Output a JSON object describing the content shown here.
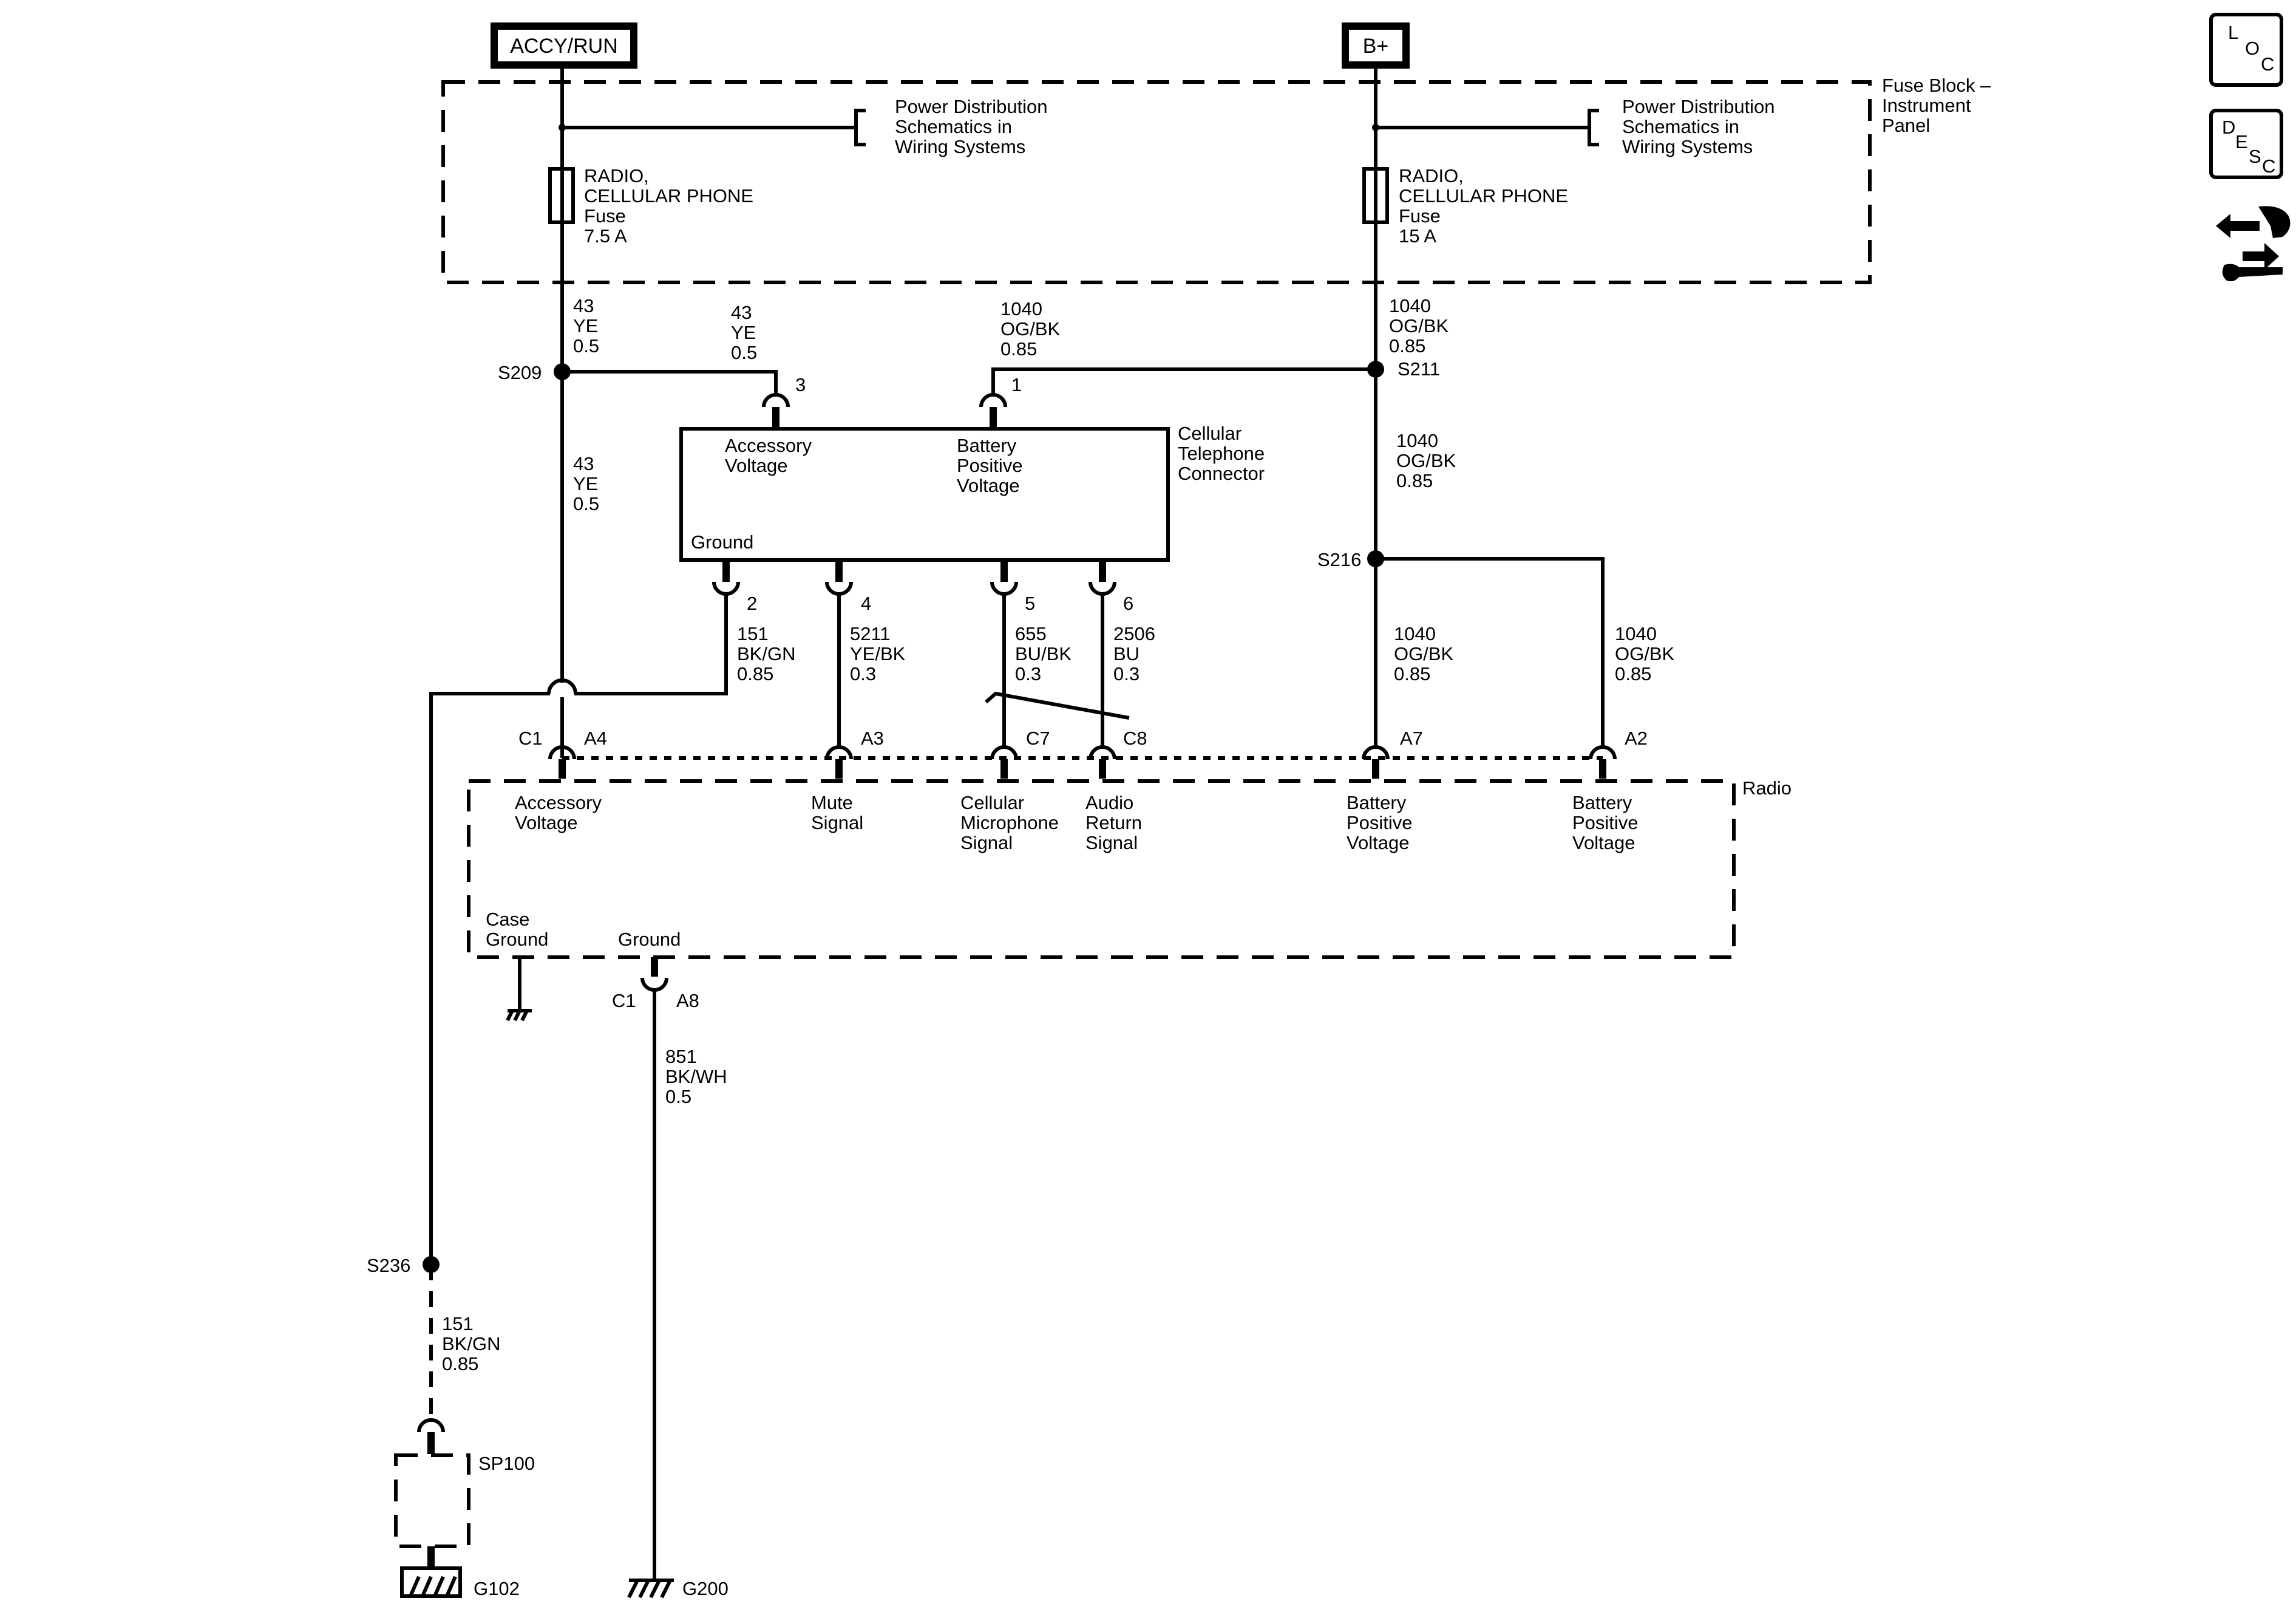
{
  "sources": {
    "accy_run": "ACCY/RUN",
    "b_plus": "B+"
  },
  "fuse_block": {
    "label": [
      "Fuse Block –",
      "Instrument",
      "Panel"
    ],
    "ref_left": [
      "Power Distribution",
      "Schematics in",
      "Wiring Systems"
    ],
    "ref_right": [
      "Power Distribution",
      "Schematics in",
      "Wiring Systems"
    ],
    "fuse_left": [
      "RADIO,",
      "CELLULAR PHONE",
      "Fuse",
      "7.5 A"
    ],
    "fuse_right": [
      "RADIO,",
      "CELLULAR PHONE",
      "Fuse",
      "15 A"
    ]
  },
  "wires": {
    "w43_top": [
      "43",
      "YE",
      "0.5"
    ],
    "w43_branch": [
      "43",
      "YE",
      "0.5"
    ],
    "w43_mid": [
      "43",
      "YE",
      "0.5"
    ],
    "w1040_branch": [
      "1040",
      "OG/BK",
      "0.85"
    ],
    "w1040_top": [
      "1040",
      "OG/BK",
      "0.85"
    ],
    "w1040_mid": [
      "1040",
      "OG/BK",
      "0.85"
    ],
    "w1040_a7": [
      "1040",
      "OG/BK",
      "0.85"
    ],
    "w1040_a2": [
      "1040",
      "OG/BK",
      "0.85"
    ],
    "w151": [
      "151",
      "BK/GN",
      "0.85"
    ],
    "w5211": [
      "5211",
      "YE/BK",
      "0.3"
    ],
    "w655": [
      "655",
      "BU/BK",
      "0.3"
    ],
    "w2506": [
      "2506",
      "BU",
      "0.3"
    ],
    "w851": [
      "851",
      "BK/WH",
      "0.5"
    ],
    "w151_low": [
      "151",
      "BK/GN",
      "0.85"
    ]
  },
  "splices": {
    "s209": "S209",
    "s211": "S211",
    "s216": "S216",
    "s236": "S236",
    "sp100": "SP100"
  },
  "cell_connector": {
    "label": [
      "Cellular",
      "Telephone",
      "Connector"
    ],
    "accessory_voltage": [
      "Accessory",
      "Voltage"
    ],
    "battery_positive_voltage": [
      "Battery",
      "Positive",
      "Voltage"
    ],
    "ground": "Ground",
    "pins": {
      "p1": "1",
      "p2": "2",
      "p3": "3",
      "p4": "4",
      "p5": "5",
      "p6": "6"
    }
  },
  "radio": {
    "label": "Radio",
    "connector_c1_left": "C1",
    "connector_c1_ground": "C1",
    "pins": {
      "a4": "A4",
      "a3": "A3",
      "c7": "C7",
      "c8": "C8",
      "a7": "A7",
      "a2": "A2",
      "a8": "A8"
    },
    "accessory_voltage": [
      "Accessory",
      "Voltage"
    ],
    "mute_signal": [
      "Mute",
      "Signal"
    ],
    "cellular_microphone_signal": [
      "Cellular",
      "Microphone",
      "Signal"
    ],
    "audio_return_signal": [
      "Audio",
      "Return",
      "Signal"
    ],
    "battery_positive_voltage_a7": [
      "Battery",
      "Positive",
      "Voltage"
    ],
    "battery_positive_voltage_a2": [
      "Battery",
      "Positive",
      "Voltage"
    ],
    "case_ground": [
      "Case",
      "Ground"
    ],
    "ground": "Ground"
  },
  "grounds": {
    "g102": "G102",
    "g200": "G200"
  },
  "side_icons": {
    "loc": {
      "l": "L",
      "o": "O",
      "c": "C"
    },
    "desc": {
      "d": "D",
      "e": "E",
      "s": "S",
      "c": "C"
    },
    "tools": "wrench-arrows-icon"
  }
}
